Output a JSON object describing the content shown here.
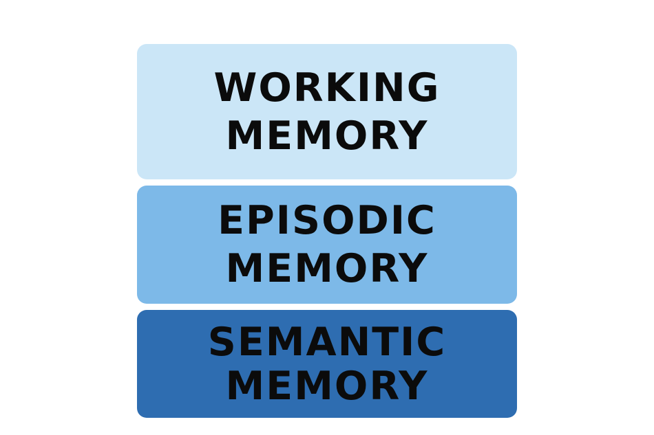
{
  "diagram": {
    "layers": [
      {
        "line1": "WORKING",
        "line2": "MEMORY",
        "color": "#cbe6f7"
      },
      {
        "line1": "EPISODIC",
        "line2": "MEMORY",
        "color": "#7db9e8"
      },
      {
        "line1": "SEMANTIC",
        "line2": "MEMORY",
        "color": "#2e6db1"
      }
    ]
  }
}
